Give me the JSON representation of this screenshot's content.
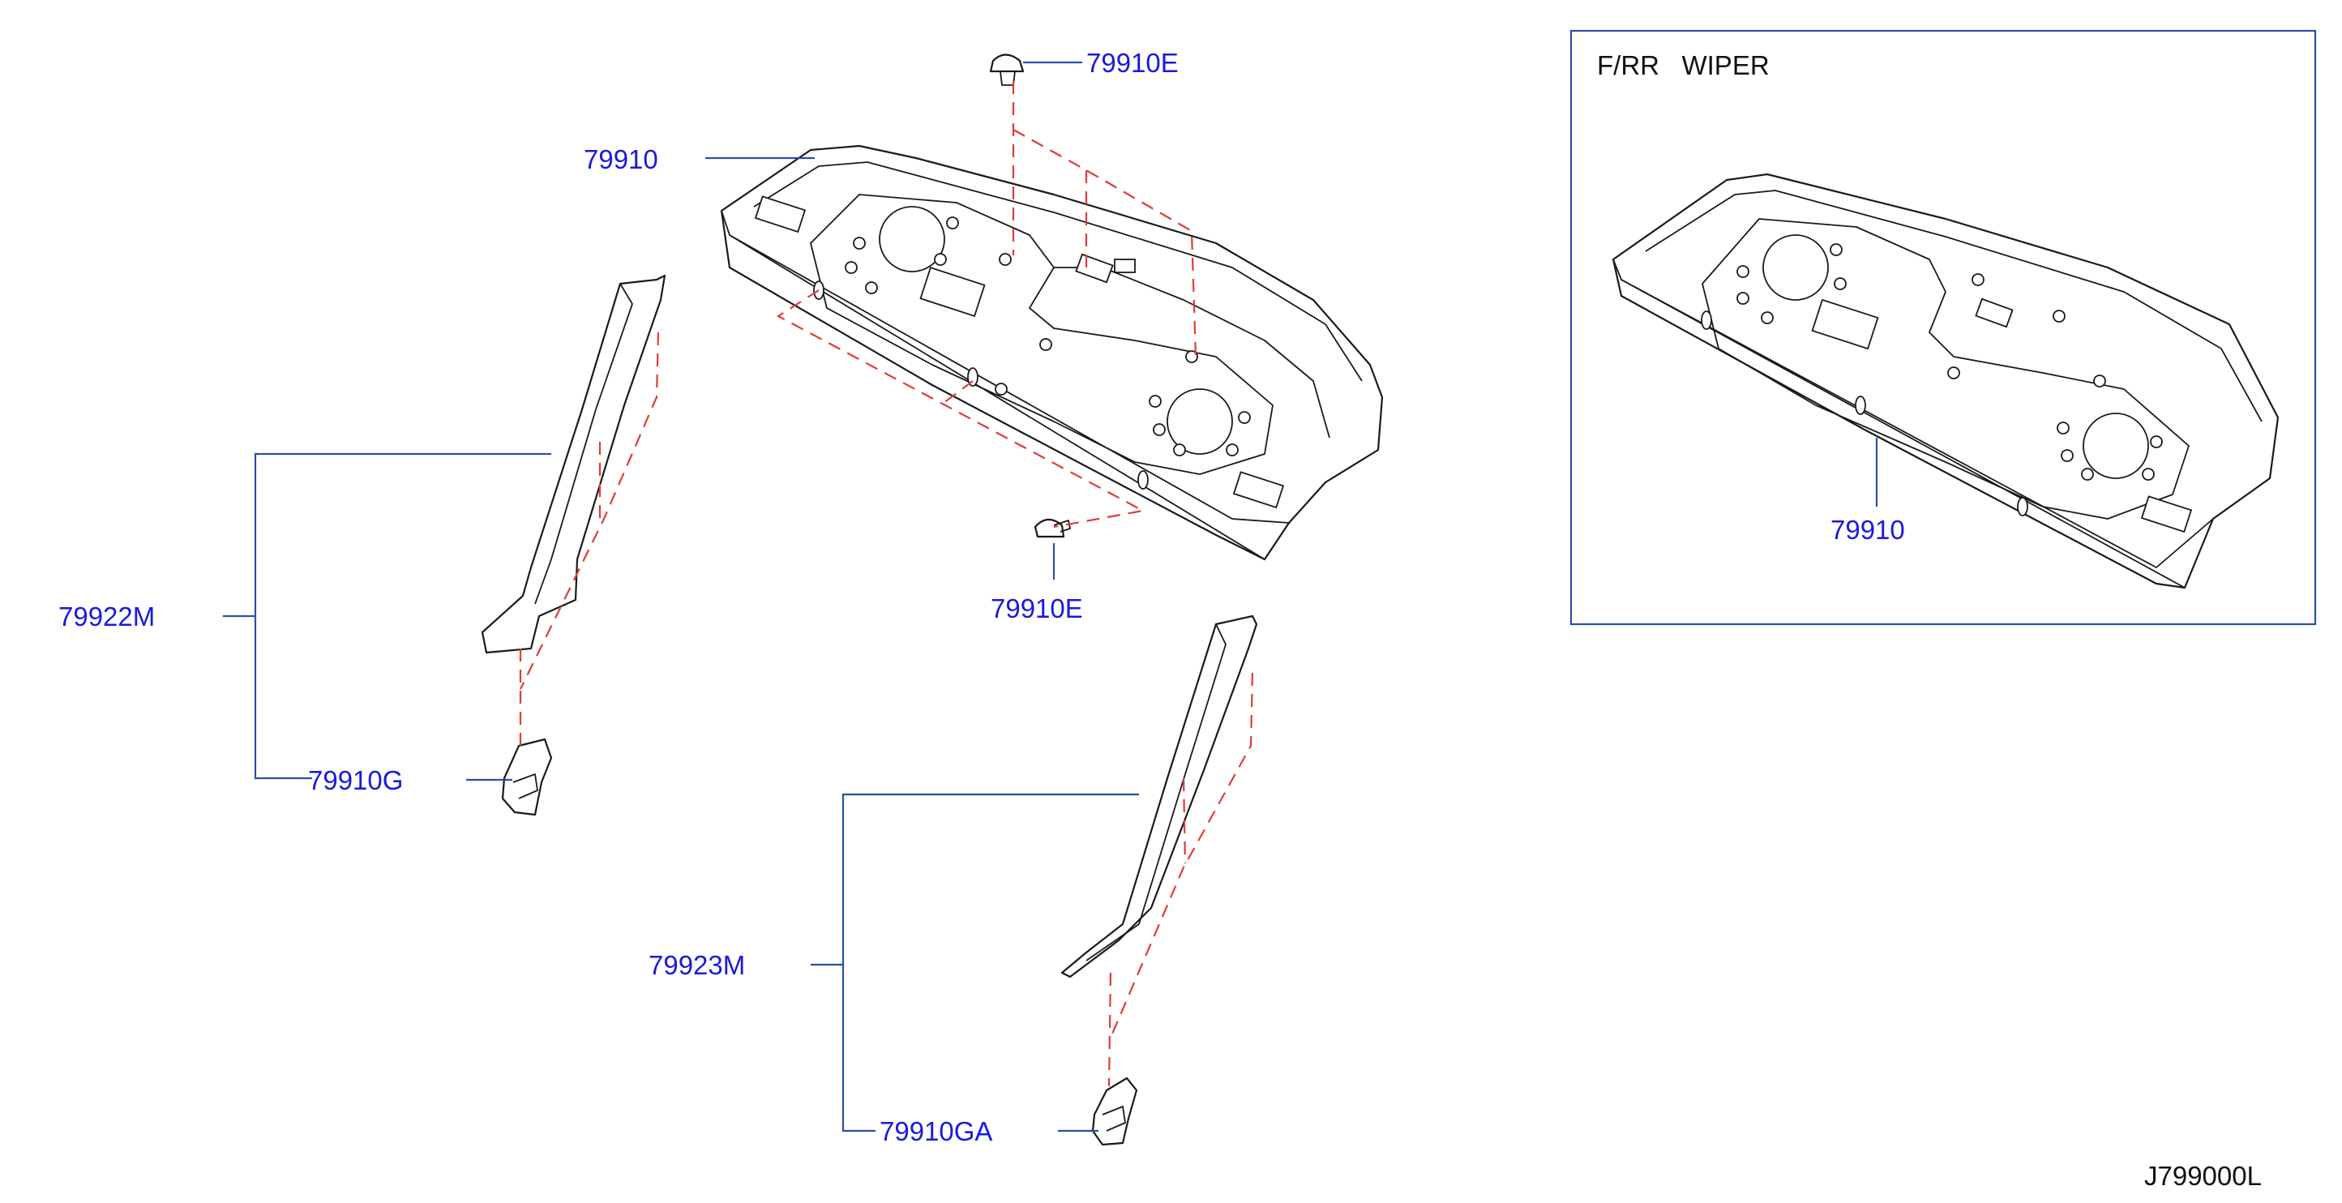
{
  "labels": {
    "p79910e_top": "79910E",
    "p79910_main": "79910",
    "p79910e_bottom": "79910E",
    "p79922m": "79922M",
    "p79910g": "79910G",
    "p79923m": "79923M",
    "p79910ga": "79910GA",
    "p79910_inset": "79910"
  },
  "inset": {
    "title": "F/RR   WIPER"
  },
  "diagram_code": "J799000L",
  "colors": {
    "part_number_text": "#1a1adc",
    "leader_lines": "#2b4fa3",
    "assembly_dashes": "#e23a3a",
    "part_outline": "#1a1a1a"
  }
}
